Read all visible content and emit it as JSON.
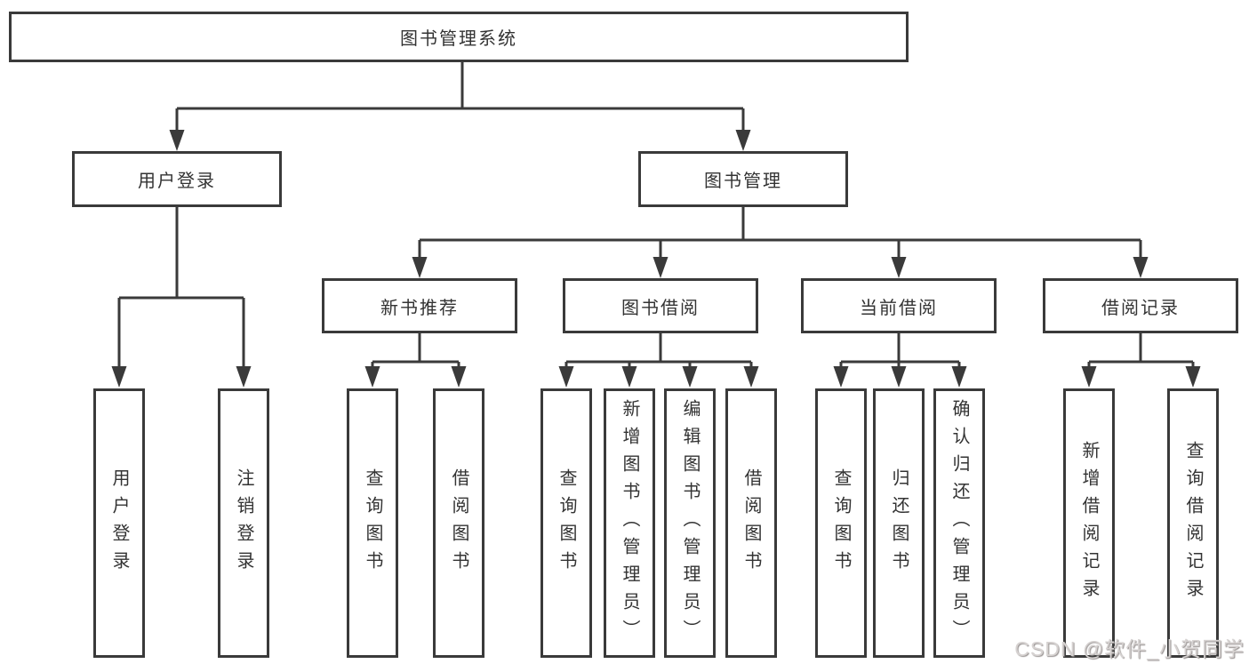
{
  "tree": {
    "label": "图书管理系统",
    "children": [
      {
        "label": "用户登录",
        "children": [
          {
            "label": "用户登录"
          },
          {
            "label": "注销登录"
          }
        ]
      },
      {
        "label": "图书管理",
        "children": [
          {
            "label": "新书推荐",
            "children": [
              {
                "label": "查询图书"
              },
              {
                "label": "借阅图书"
              }
            ]
          },
          {
            "label": "图书借阅",
            "children": [
              {
                "label": "查询图书"
              },
              {
                "label": "新增图书（管理员）"
              },
              {
                "label": "编辑图书（管理员）"
              },
              {
                "label": "借阅图书"
              }
            ]
          },
          {
            "label": "当前借阅",
            "children": [
              {
                "label": "查询图书"
              },
              {
                "label": "归还图书"
              },
              {
                "label": "确认归还（管理员）"
              }
            ]
          },
          {
            "label": "借阅记录",
            "children": [
              {
                "label": "新增借阅记录"
              },
              {
                "label": "查询借阅记录"
              }
            ]
          }
        ]
      }
    ]
  },
  "watermark": {
    "text": "CSDN @软件_小贺同学"
  },
  "colors": {
    "line": "#3a3a3a",
    "text": "#333333",
    "box_background": "#ffffff",
    "watermark": "#d6d2d1"
  }
}
